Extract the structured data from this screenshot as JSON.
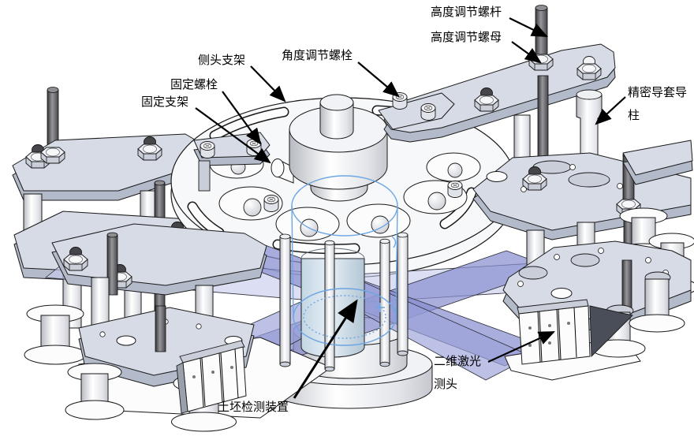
{
  "figure": {
    "type": "cad-assembly-annotated-diagram",
    "background": "#ffffff"
  },
  "annotations": {
    "height_screw": "高度调节螺杆",
    "height_nut": "高度调节螺母",
    "probe_bracket": "侧头支架",
    "angle_bolt": "角度调节螺栓",
    "fixing_bolt": "固定螺栓",
    "fixing_bracket": "固定支架",
    "guide_column": "精密导套导柱",
    "laser_probe": "二维激光测头",
    "device": "土坯检测装置"
  },
  "colors": {
    "plate": "#d6dbe6",
    "plate-light": "#e8ebf1",
    "plate-dark": "#b3bac9",
    "disc": "#f7f8fa",
    "white-part": "#fcfcfd",
    "shade": "#c9ced9",
    "rod-dark": "#4a4a4e",
    "laser": "#9ba1d9",
    "laser-light": "#c7cbec",
    "laser-dark": "#868cce",
    "specimen": "#d4e2ec",
    "wireframe": "#6da6e2",
    "line": "#000000"
  }
}
